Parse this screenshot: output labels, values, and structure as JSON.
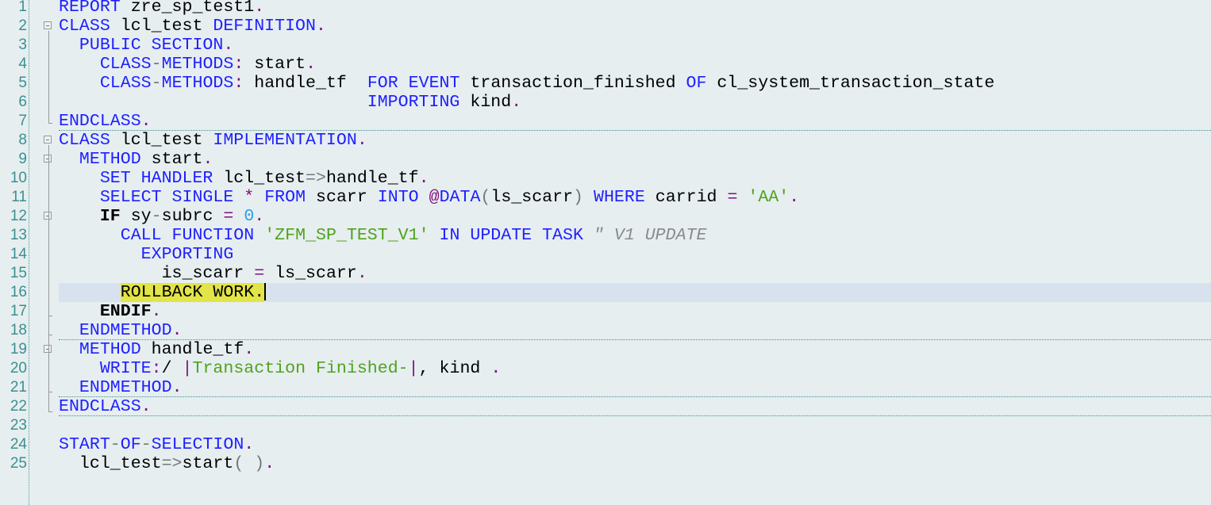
{
  "editor": {
    "current_line": 16,
    "colors": {
      "background": "#e6eef0",
      "keyword": "#1f1fff",
      "string": "#4fa31c",
      "comment": "#8a8a8a",
      "highlight": "#e2e447",
      "current_line": "#d8e2ef",
      "line_number": "#3d8f8f"
    },
    "lines": [
      {
        "n": "1",
        "t": [
          [
            "kw",
            "REPORT"
          ],
          [
            "id",
            " zre_sp_test1"
          ],
          [
            "pu",
            "."
          ]
        ]
      },
      {
        "n": "2",
        "t": [
          [
            "kw",
            "CLASS"
          ],
          [
            "id",
            " lcl_test "
          ],
          [
            "kw",
            "DEFINITION"
          ],
          [
            "pu",
            "."
          ]
        ]
      },
      {
        "n": "3",
        "t": [
          [
            "id",
            "  "
          ],
          [
            "kw",
            "PUBLIC SECTION"
          ],
          [
            "pu",
            "."
          ]
        ]
      },
      {
        "n": "4",
        "t": [
          [
            "id",
            "    "
          ],
          [
            "kw",
            "CLASS"
          ],
          [
            "op",
            "-"
          ],
          [
            "kw",
            "METHODS"
          ],
          [
            "pu",
            ":"
          ],
          [
            "id",
            " start"
          ],
          [
            "pu",
            "."
          ]
        ]
      },
      {
        "n": "5",
        "t": [
          [
            "id",
            "    "
          ],
          [
            "kw",
            "CLASS"
          ],
          [
            "op",
            "-"
          ],
          [
            "kw",
            "METHODS"
          ],
          [
            "pu",
            ":"
          ],
          [
            "id",
            " handle_tf  "
          ],
          [
            "kw",
            "FOR EVENT"
          ],
          [
            "id",
            " transaction_finished "
          ],
          [
            "kw",
            "OF"
          ],
          [
            "id",
            " cl_system_transaction_state"
          ]
        ]
      },
      {
        "n": "6",
        "t": [
          [
            "id",
            "                              "
          ],
          [
            "kw",
            "IMPORTING"
          ],
          [
            "id",
            " kind"
          ],
          [
            "pu",
            "."
          ]
        ]
      },
      {
        "n": "7",
        "t": [
          [
            "kw",
            "ENDCLASS"
          ],
          [
            "pu",
            "."
          ]
        ]
      },
      {
        "n": "8",
        "t": [
          [
            "kw",
            "CLASS"
          ],
          [
            "id",
            " lcl_test "
          ],
          [
            "kw",
            "IMPLEMENTATION"
          ],
          [
            "pu",
            "."
          ]
        ]
      },
      {
        "n": "9",
        "t": [
          [
            "id",
            "  "
          ],
          [
            "kw",
            "METHOD"
          ],
          [
            "id",
            " start"
          ],
          [
            "pu",
            "."
          ]
        ]
      },
      {
        "n": "10",
        "t": [
          [
            "id",
            "    "
          ],
          [
            "kw",
            "SET HANDLER"
          ],
          [
            "id",
            " lcl_test"
          ],
          [
            "op",
            "=>"
          ],
          [
            "id",
            "handle_tf"
          ],
          [
            "pu",
            "."
          ]
        ]
      },
      {
        "n": "11",
        "t": [
          [
            "id",
            "    "
          ],
          [
            "kw",
            "SELECT SINGLE"
          ],
          [
            "id",
            " "
          ],
          [
            "pu",
            "*"
          ],
          [
            "id",
            " "
          ],
          [
            "kw",
            "FROM"
          ],
          [
            "id",
            " scarr "
          ],
          [
            "kw",
            "INTO"
          ],
          [
            "id",
            " "
          ],
          [
            "pu",
            "@"
          ],
          [
            "kw",
            "DATA"
          ],
          [
            "op",
            "("
          ],
          [
            "id",
            "ls_scarr"
          ],
          [
            "op",
            ")"
          ],
          [
            "id",
            " "
          ],
          [
            "kw",
            "WHERE"
          ],
          [
            "id",
            " carrid "
          ],
          [
            "pu",
            "="
          ],
          [
            "id",
            " "
          ],
          [
            "str",
            "'AA'"
          ],
          [
            "pu",
            "."
          ]
        ]
      },
      {
        "n": "12",
        "t": [
          [
            "id",
            "    "
          ],
          [
            "kwb",
            "IF"
          ],
          [
            "id",
            " sy"
          ],
          [
            "op",
            "-"
          ],
          [
            "id",
            "subrc "
          ],
          [
            "pu",
            "="
          ],
          [
            "id",
            " "
          ],
          [
            "num",
            "0"
          ],
          [
            "pu",
            "."
          ]
        ]
      },
      {
        "n": "13",
        "t": [
          [
            "id",
            "      "
          ],
          [
            "kw",
            "CALL FUNCTION"
          ],
          [
            "id",
            " "
          ],
          [
            "str",
            "'ZFM_SP_TEST_V1'"
          ],
          [
            "id",
            " "
          ],
          [
            "kw",
            "IN UPDATE TASK"
          ],
          [
            "id",
            " "
          ],
          [
            "cmt",
            "\" V1 UPDATE"
          ]
        ]
      },
      {
        "n": "14",
        "t": [
          [
            "id",
            "        "
          ],
          [
            "kw",
            "EXPORTING"
          ]
        ]
      },
      {
        "n": "15",
        "t": [
          [
            "id",
            "          is_scarr "
          ],
          [
            "pu",
            "="
          ],
          [
            "id",
            " ls_scarr"
          ],
          [
            "pu",
            "."
          ]
        ]
      },
      {
        "n": "16",
        "t": [
          [
            "id",
            "      "
          ],
          [
            "hl",
            "ROLLBACK WORK."
          ]
        ]
      },
      {
        "n": "17",
        "t": [
          [
            "id",
            "    "
          ],
          [
            "kwb",
            "ENDIF"
          ],
          [
            "pu",
            "."
          ]
        ]
      },
      {
        "n": "18",
        "t": [
          [
            "id",
            "  "
          ],
          [
            "kw",
            "ENDMETHOD"
          ],
          [
            "pu",
            "."
          ]
        ]
      },
      {
        "n": "19",
        "t": [
          [
            "id",
            "  "
          ],
          [
            "kw",
            "METHOD"
          ],
          [
            "id",
            " handle_tf"
          ],
          [
            "pu",
            "."
          ]
        ]
      },
      {
        "n": "20",
        "t": [
          [
            "id",
            "    "
          ],
          [
            "kw",
            "WRITE"
          ],
          [
            "pu",
            ":"
          ],
          [
            "id",
            "/ "
          ],
          [
            "pu",
            "|"
          ],
          [
            "str",
            "Transaction Finished-"
          ],
          [
            "pu",
            "|"
          ],
          [
            "id",
            ", kind "
          ],
          [
            "pu",
            "."
          ]
        ]
      },
      {
        "n": "21",
        "t": [
          [
            "id",
            "  "
          ],
          [
            "kw",
            "ENDMETHOD"
          ],
          [
            "pu",
            "."
          ]
        ]
      },
      {
        "n": "22",
        "t": [
          [
            "kw",
            "ENDCLASS"
          ],
          [
            "pu",
            "."
          ]
        ]
      },
      {
        "n": "23",
        "t": []
      },
      {
        "n": "24",
        "t": [
          [
            "kw",
            "START"
          ],
          [
            "op",
            "-"
          ],
          [
            "kw",
            "OF"
          ],
          [
            "op",
            "-"
          ],
          [
            "kw",
            "SELECTION"
          ],
          [
            "pu",
            "."
          ]
        ]
      },
      {
        "n": "25",
        "t": [
          [
            "id",
            "  lcl_test"
          ],
          [
            "op",
            "=>"
          ],
          [
            "id",
            "start"
          ],
          [
            "op",
            "( )"
          ],
          [
            "pu",
            "."
          ]
        ]
      }
    ]
  }
}
